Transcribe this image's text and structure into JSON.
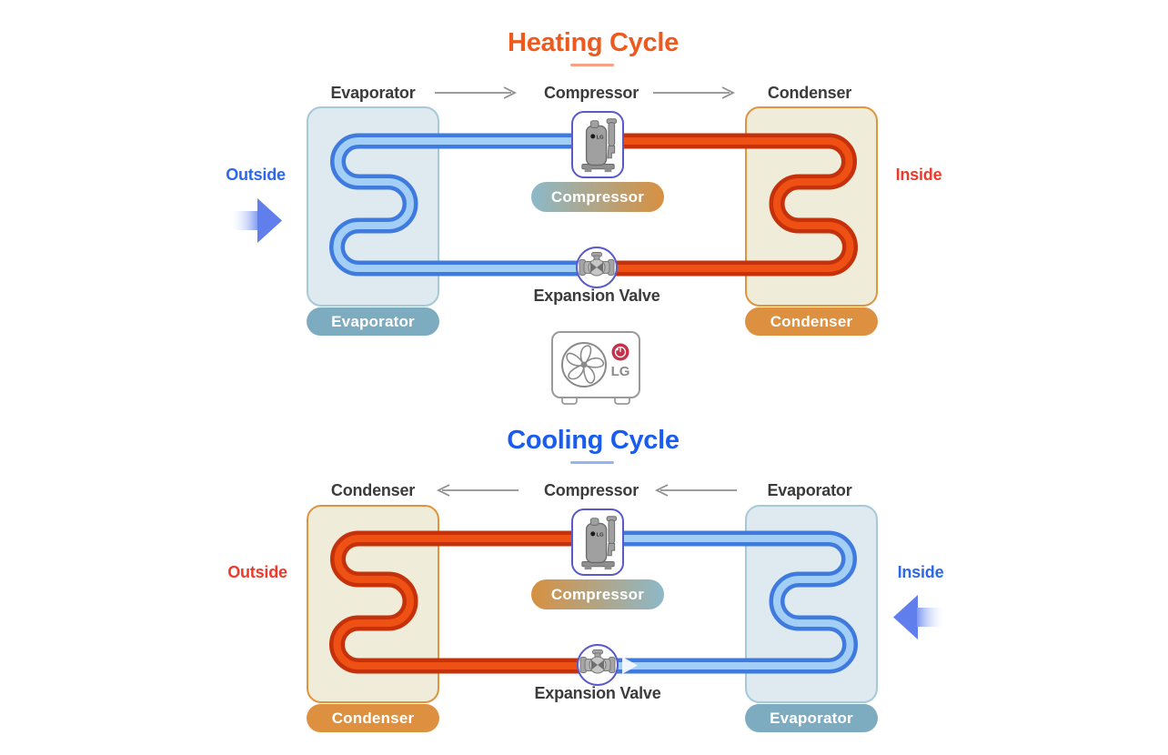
{
  "heating": {
    "title": "Heating Cycle",
    "flow": {
      "left": "Evaporator",
      "center": "Compressor",
      "right": "Condenser"
    },
    "side_left": "Outside",
    "side_right": "Inside",
    "compressor_badge": "Compressor",
    "valve_label": "Expansion Valve",
    "left_panel_badge": "Evaporator",
    "right_panel_badge": "Condenser"
  },
  "cooling": {
    "title": "Cooling Cycle",
    "flow": {
      "left": "Condenser",
      "center": "Compressor",
      "right": "Evaporator"
    },
    "side_left": "Outside",
    "side_right": "Inside",
    "compressor_badge": "Compressor",
    "valve_label": "Expansion Valve",
    "left_panel_badge": "Condenser",
    "right_panel_badge": "Evaporator"
  },
  "unit": {
    "brand": "LG"
  },
  "compressor_icon": {
    "brand": "LG"
  },
  "colors": {
    "heating_title": "#ee5a1e",
    "cooling_title": "#1a5cf0",
    "outside_air_blue": "#2d68e8",
    "inside_air_red": "#ee3a2b",
    "hot_pipe_core": "#ef5014",
    "hot_pipe_edge": "#c5310a",
    "cold_pipe_core": "#a3cff7",
    "cold_pipe_edge": "#3f7ade",
    "condenser_badge": "#dd9040",
    "evaporator_badge": "#7dabbf",
    "device_border": "#575ac8",
    "lg_seal_red": "#c63048"
  }
}
